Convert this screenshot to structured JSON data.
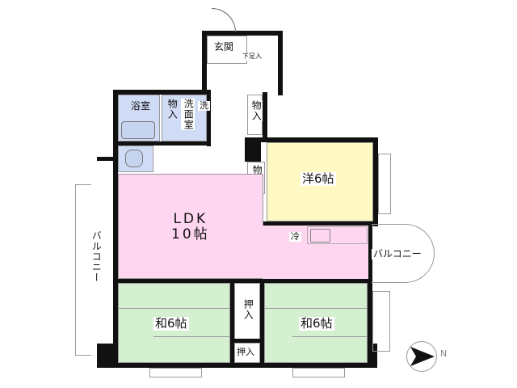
{
  "rooms": {
    "entrance": "玄関",
    "shoe_storage": "下足入",
    "bath": "浴室",
    "storage_bath": "物入",
    "washroom": "洗面室",
    "washer": "洗",
    "storage_hall": "物入",
    "storage_western": "物入",
    "western": "洋6帖",
    "ldk_line1": "LDK",
    "ldk_line2": "10帖",
    "fridge": "冷",
    "balcony_right": "バルコニー",
    "balcony_left": "バルコニー",
    "japanese_left": "和6帖",
    "japanese_right": "和6帖",
    "closet_upper": "押入",
    "closet_lower": "押入"
  },
  "compass": {
    "label": "N"
  },
  "colors": {
    "ldk": "#ffd6f0",
    "western": "#fff9c4",
    "japanese": "#d4f0d0",
    "wet": "#d0dcf5"
  }
}
